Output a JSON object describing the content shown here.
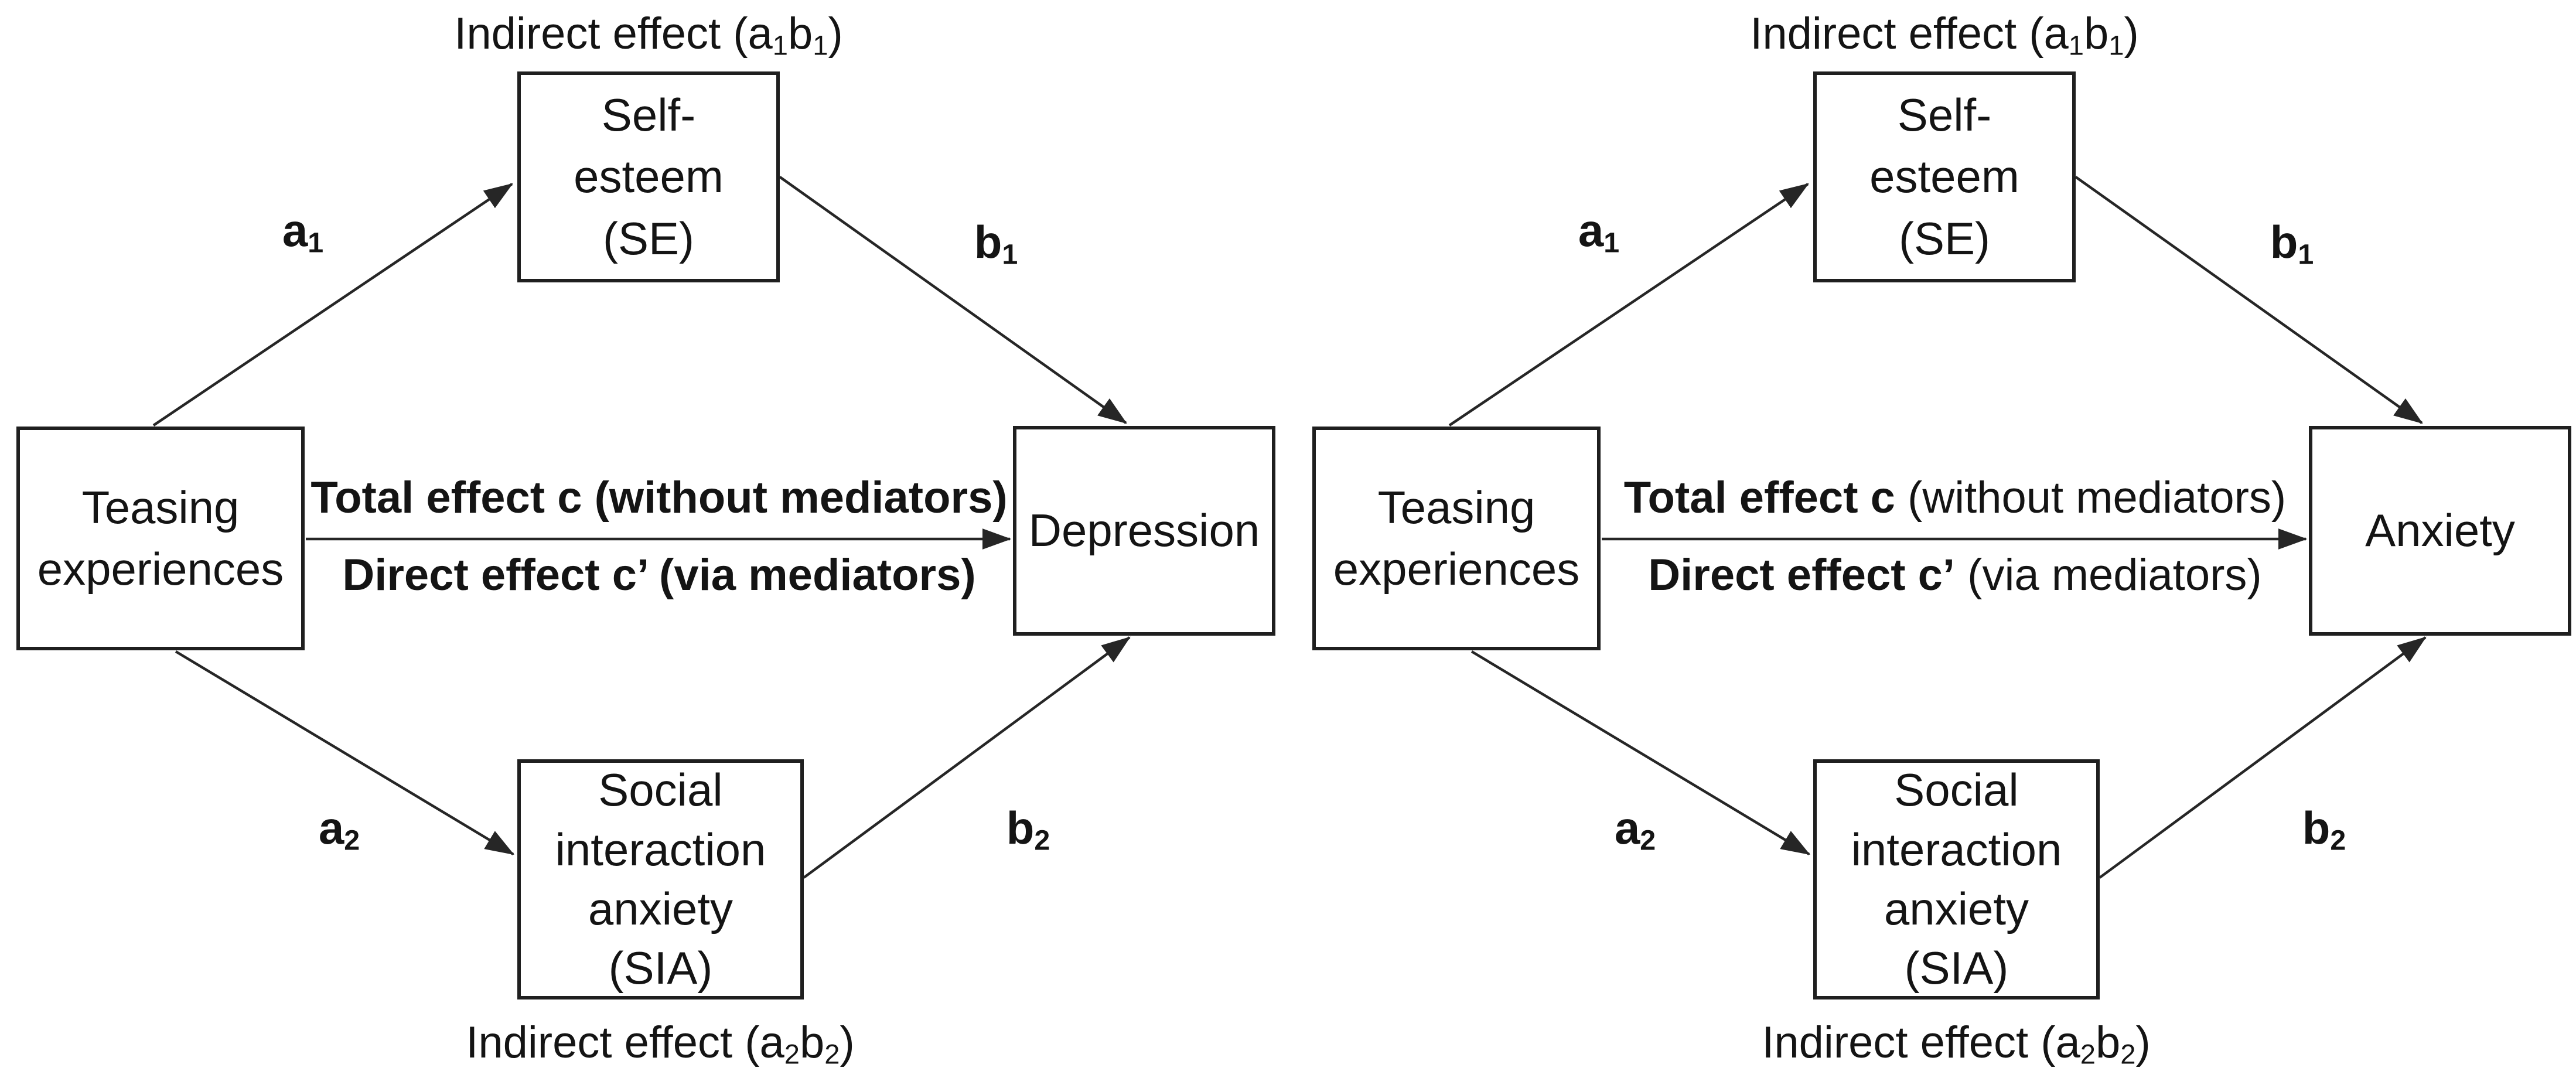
{
  "colors": {
    "background": "#ffffff",
    "ink": "#1f1f1f"
  },
  "diagrams": [
    {
      "id": "depression-model",
      "indirect_top": {
        "pre": "Indirect effect (a",
        "sub1": "1",
        "mid": "b",
        "sub2": "1",
        "post": ")"
      },
      "indirect_bottom": {
        "pre": "Indirect effect (a",
        "sub1": "2",
        "mid": "b",
        "sub2": "2",
        "post": ")"
      },
      "nodes": {
        "exposure": {
          "lines": [
            "Teasing",
            "experiences"
          ]
        },
        "mediator_top": {
          "lines": [
            "Self-",
            "esteem",
            "(SE)"
          ]
        },
        "mediator_bottom": {
          "lines": [
            "Social",
            "interaction",
            "anxiety",
            "(SIA)"
          ]
        },
        "outcome": {
          "lines": [
            "Depression"
          ]
        }
      },
      "effects": {
        "total": {
          "bold": "Total effect c (without mediators)",
          "regular": ""
        },
        "direct": {
          "bold": "Direct effect c’ (via mediators)",
          "regular": ""
        }
      },
      "path_labels": {
        "a1": {
          "base": "a",
          "sub": "1"
        },
        "b1": {
          "base": "b",
          "sub": "1"
        },
        "a2": {
          "base": "a",
          "sub": "2"
        },
        "b2": {
          "base": "b",
          "sub": "2"
        }
      }
    },
    {
      "id": "anxiety-model",
      "indirect_top": {
        "pre": "Indirect effect (a",
        "sub1": "1",
        "mid": "b",
        "sub2": "1",
        "post": ")"
      },
      "indirect_bottom": {
        "pre": "Indirect effect (a",
        "sub1": "2",
        "mid": "b",
        "sub2": "2",
        "post": ")"
      },
      "nodes": {
        "exposure": {
          "lines": [
            "Teasing",
            "experiences"
          ]
        },
        "mediator_top": {
          "lines": [
            "Self-",
            "esteem",
            "(SE)"
          ]
        },
        "mediator_bottom": {
          "lines": [
            "Social",
            "interaction",
            "anxiety",
            "(SIA)"
          ]
        },
        "outcome": {
          "lines": [
            "Anxiety"
          ]
        }
      },
      "effects": {
        "total": {
          "bold": "Total effect c",
          "regular": " (without mediators)"
        },
        "direct": {
          "bold": "Direct effect c’",
          "regular": " (via mediators)"
        }
      },
      "path_labels": {
        "a1": {
          "base": "a",
          "sub": "1"
        },
        "b1": {
          "base": "b",
          "sub": "1"
        },
        "a2": {
          "base": "a",
          "sub": "2"
        },
        "b2": {
          "base": "b",
          "sub": "2"
        }
      }
    }
  ]
}
